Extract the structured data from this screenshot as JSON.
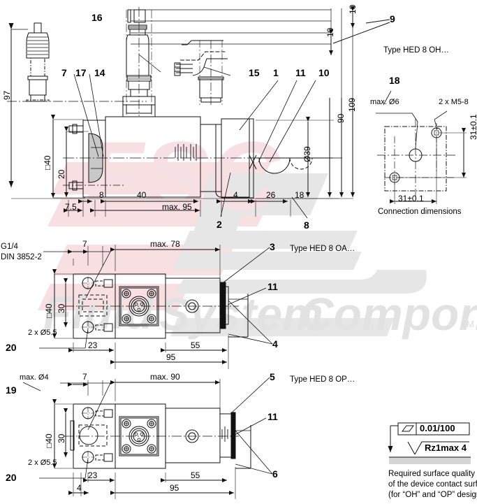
{
  "meta": {
    "title": "HED 8 pressure switch dimension drawing",
    "colors": {
      "line": "#1a1a1a",
      "watermark_red": "#f6dfe2",
      "watermark_gray": "#e3e3e3",
      "fill_gray": "#cfcfcf"
    }
  },
  "watermark": {
    "brand_text": "Fluid System Components",
    "tm": "TM"
  },
  "views": {
    "main": {
      "type_label": "Type HED 8 OH…",
      "item_numbers": [
        "16",
        "7",
        "17",
        "14",
        "15",
        "1",
        "11",
        "10",
        "9",
        "2",
        "8"
      ],
      "dimensions": {
        "height_total": "97",
        "square_body": "□40",
        "offset_20": "20",
        "d_7_5": "7.5",
        "d_8": "8",
        "d_40": "40",
        "d_max95": "max. 95",
        "d_4": "4",
        "d_26": "26",
        "d_18": "18",
        "d_109": "109",
        "d_90": "90",
        "d_39": "Ø39",
        "d_10_a": "10",
        "d_10_b": "10"
      }
    },
    "connection": {
      "item_number": "18",
      "caption": "Connection dimensions",
      "note_bore": "max. Ø6",
      "note_thread": "2 x M5-8",
      "dim_h": "31±0.1",
      "dim_v": "31±0.1"
    },
    "oa": {
      "type_label": "Type HED 8 OA…",
      "item_numbers": [
        "3",
        "11",
        "4",
        "20"
      ],
      "thread_note_line1": "G1/4",
      "thread_note_line2": "DIN 3852-2",
      "hole_note": "2 x Ø5.5",
      "dimensions": {
        "d_7": "7",
        "d_max78": "max. 78",
        "square_body": "□40",
        "d_30": "30",
        "d_23": "23",
        "d_55": "55",
        "d_95": "95"
      }
    },
    "op": {
      "type_label": "Type HED 8 OP…",
      "item_numbers": [
        "19",
        "20",
        "5",
        "11",
        "6"
      ],
      "bore_note": "max. Ø4",
      "hole_note": "2 x Ø5.5",
      "dimensions": {
        "d_7": "7",
        "d_max90": "max. 90",
        "square_body": "□40",
        "d_30": "30",
        "d_23": "23",
        "d_4": "4",
        "d_55": "55",
        "d_95": "95"
      }
    },
    "surface": {
      "flatness_value": "0.01/100",
      "roughness_value": "Rz1max 4",
      "caption_line1": "Required surface quality",
      "caption_line2": "of the device contact surface",
      "caption_line3": "(for “OH” and “OP” designs)"
    }
  }
}
